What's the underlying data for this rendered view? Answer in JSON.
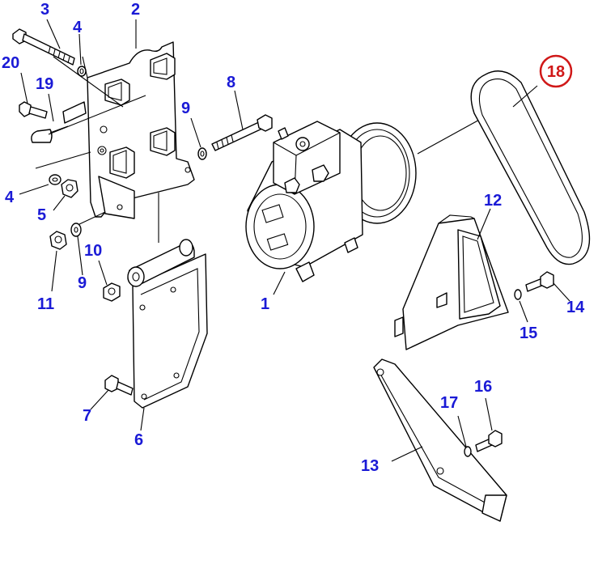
{
  "callouts": {
    "c1": "1",
    "c2": "2",
    "c3": "3",
    "c4a": "4",
    "c4b": "4",
    "c5": "5",
    "c6": "6",
    "c7": "7",
    "c8": "8",
    "c9a": "9",
    "c9b": "9",
    "c10": "10",
    "c11": "11",
    "c12": "12",
    "c13": "13",
    "c14": "14",
    "c15": "15",
    "c16": "16",
    "c17": "17",
    "c18": "18",
    "c19": "19",
    "c20": "20"
  },
  "colors": {
    "callout_text": "#1a1ad6",
    "highlight": "#d01818",
    "line": "#000000"
  },
  "highlighted_part": "18"
}
